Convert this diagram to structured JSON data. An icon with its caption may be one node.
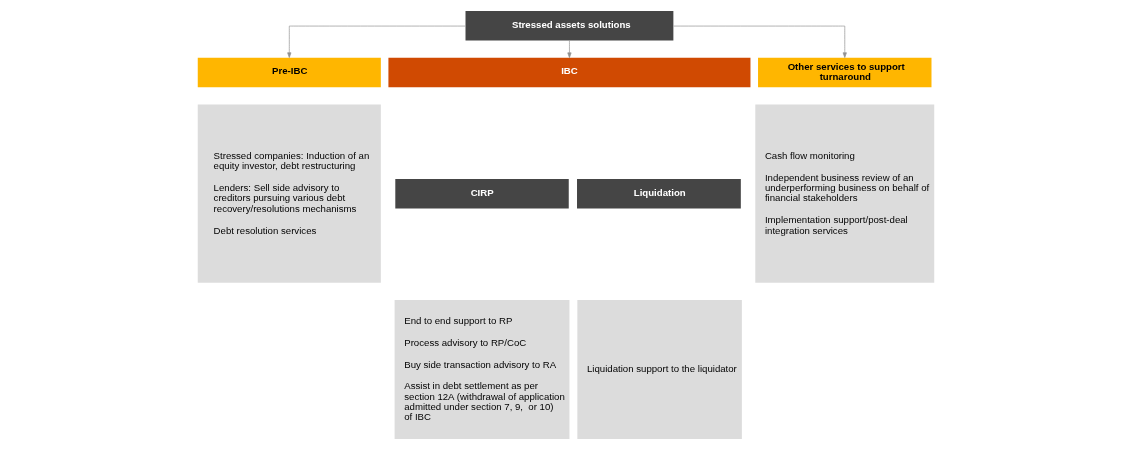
{
  "diagram": {
    "nodes": [
      {
        "text": [
          "Stressed assets solutions"
        ]
      },
      {
        "text": [
          "Pre-IBC"
        ]
      },
      {
        "text": [
          "Stressed companies: Induction of an equity investor, debt restructuring",
          "Lenders: Sell side advisory to creditors pursuing various debt recovery/resolutions mechanisms",
          "Debt resolution services"
        ]
      },
      {
        "text": [
          "IBC"
        ]
      },
      {
        "text": [
          "CIRP"
        ]
      },
      {
        "text": [
          "End to end support to RP",
          "Process advisory to RP/CoC",
          "Buy side transaction advisory to RA",
          "Assist in debt settlement as per section 12A (withdrawal of application admitted under section 7, 9,  or 10) of IBC"
        ]
      },
      {
        "text": [
          "Liquidation"
        ]
      },
      {
        "text": [
          "Liquidation support to the liquidator"
        ]
      },
      {
        "text": [
          "Other services to support turnaround"
        ]
      },
      {
        "text": [
          "Cash flow monitoring",
          "Independent business review of an underperforming business on behalf of financial stakeholders",
          "Implementation support/post-deal integration services"
        ]
      }
    ],
    "edges": [
      {
        "from": 0,
        "to": 1,
        "arrow": "to"
      },
      {
        "from": 0,
        "to": 3,
        "arrow": "to"
      },
      {
        "from": 0,
        "to": 8,
        "arrow": "to"
      }
    ]
  }
}
